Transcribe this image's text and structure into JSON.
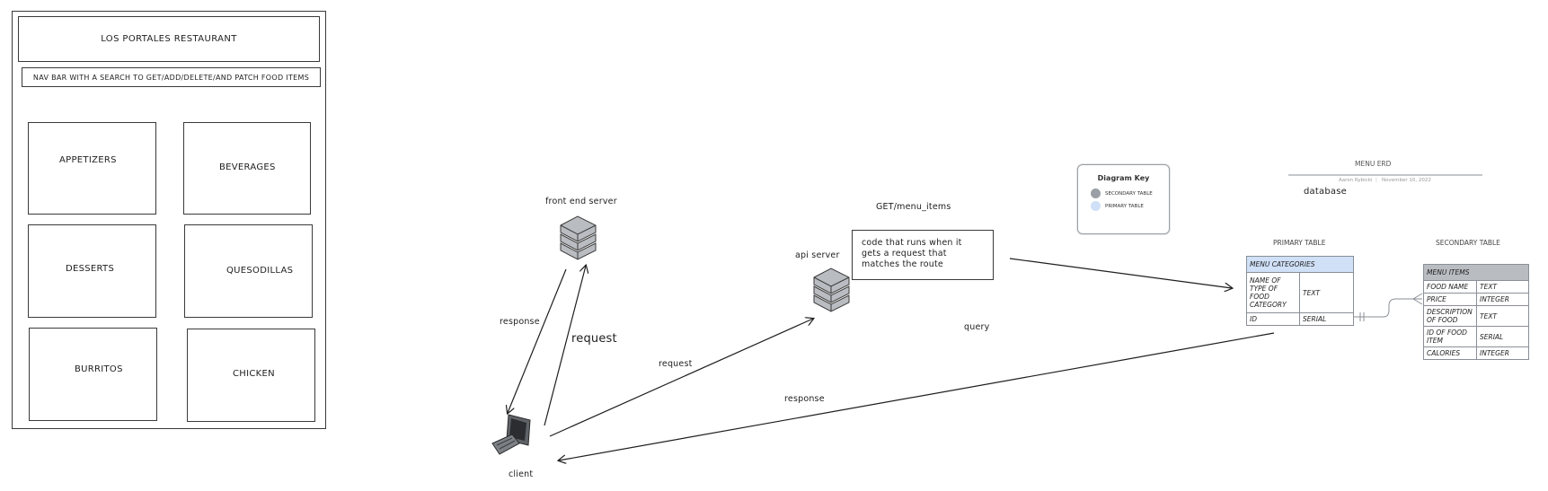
{
  "wireframe": {
    "title": "LOS PORTALES RESTAURANT",
    "nav": "NAV BAR WITH A SEARCH TO GET/ADD/DELETE/AND PATCH FOOD ITEMS",
    "categories": [
      "APPETIZERS",
      "BEVERAGES",
      "DESSERTS",
      "QUESODILLAS",
      "BURRITOS",
      "CHICKEN"
    ]
  },
  "flow": {
    "front_end_server_label": "front end server",
    "api_server_label": "api server",
    "client_label": "client",
    "request_large": "request",
    "response_left": "response",
    "request_mid": "request",
    "get_route": "GET/menu_items",
    "note": "code that runs when it gets a request that matches the route",
    "query": "query",
    "response_bottom": "response",
    "database": "database"
  },
  "key": {
    "title": "Diagram Key",
    "secondary": "SECONDARY TABLE",
    "primary": "PRIMARY TABLE",
    "secondary_color": "#9aa0a6",
    "primary_color": "#cfe0f7"
  },
  "erd": {
    "title": "MENU ERD",
    "author": "Aaron Rybicki",
    "date": "November 10, 2022",
    "primary_label": "PRIMARY TABLE",
    "secondary_label": "SECONDARY TABLE",
    "primary_table": {
      "header": "MENU CATEGORIES",
      "rows": [
        [
          "NAME OF TYPE OF FOOD CATEGORY",
          "TEXT"
        ],
        [
          "ID",
          "SERIAL"
        ]
      ]
    },
    "secondary_table": {
      "header": "MENU ITEMS",
      "rows": [
        [
          "FOOD NAME",
          "TEXT"
        ],
        [
          "PRICE",
          "INTEGER"
        ],
        [
          "DESCRIPTION OF FOOD",
          "TEXT"
        ],
        [
          "ID OF FOOD ITEM",
          "SERIAL"
        ],
        [
          "CALORIES",
          "INTEGER"
        ]
      ]
    }
  }
}
